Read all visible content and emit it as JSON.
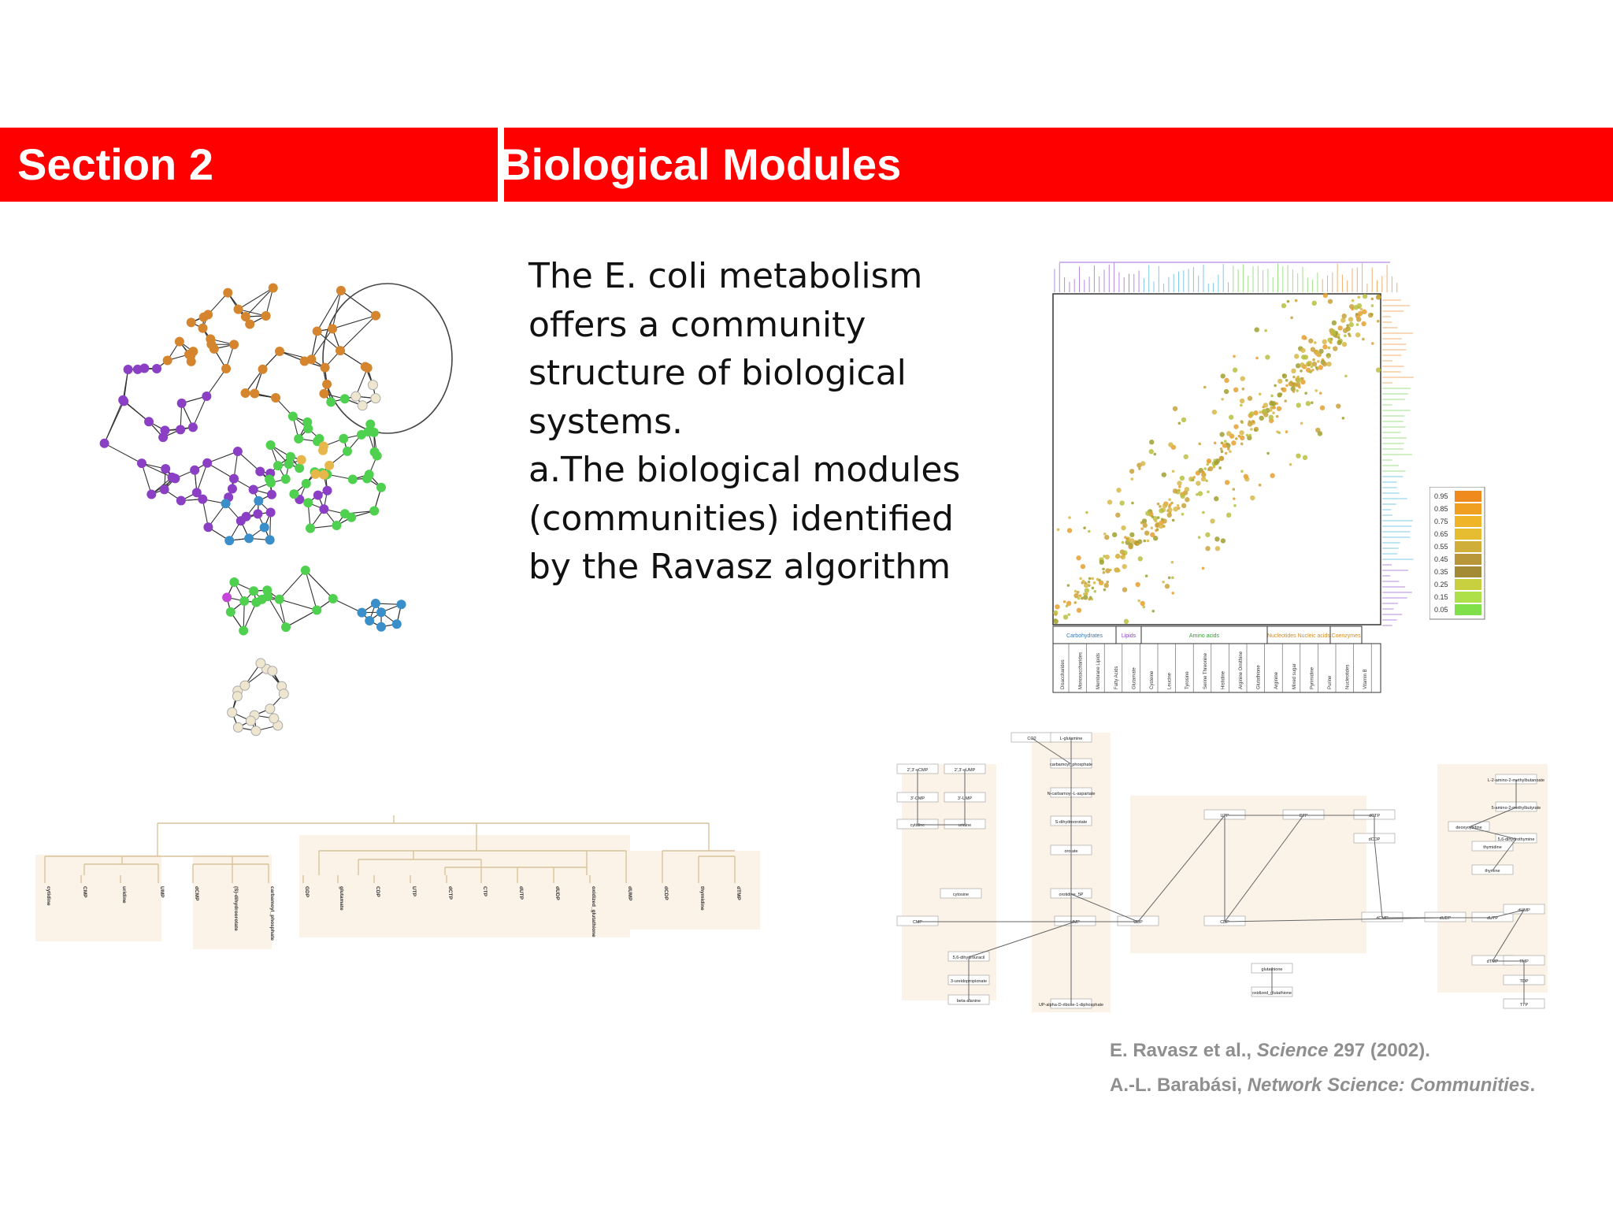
{
  "header": {
    "section_label": "Section 2",
    "title": "Biological Modules"
  },
  "intro": {
    "lines": [
      "The E. coli metabolism",
      "offers a community",
      "structure of biological",
      "systems.",
      "a.The biological modules",
      "(communities) identified",
      "by the Ravasz algorithm"
    ]
  },
  "citations": [
    {
      "authors": "E. Ravasz et al., ",
      "journal": "Science",
      "rest": " 297 (2002)."
    },
    {
      "authors": "A.-L. Barabási, ",
      "journal": "Network Science: Communities",
      "rest": "."
    }
  ],
  "figures": {
    "network_node_colors": [
      "#d4852d",
      "#8a3fc4",
      "#4fd14f",
      "#3a8ec9",
      "#efe6cf",
      "#c545d8",
      "#e8b74b"
    ],
    "matrix_legend": [
      "0.95",
      "0.85",
      "0.75",
      "0.65",
      "0.55",
      "0.45",
      "0.35",
      "0.25",
      "0.15",
      "0.05"
    ],
    "matrix_legend_colors": [
      "#ef8a1f",
      "#f0a020",
      "#f0b428",
      "#e6bc30",
      "#cfae3a",
      "#b8963a",
      "#a38a34",
      "#c8d040",
      "#aee04a",
      "#7fe04a"
    ],
    "matrix_categories": [
      "Carbohydrates",
      "Lipids",
      "Amino acids",
      "Nucleotides Nucleic acids",
      "Coenzymes"
    ],
    "matrix_subcategories": [
      "Disaccharides",
      "Monosaccharides",
      "Membrane Lipids",
      "Fatty Acids",
      "Glutamate",
      "Cysteine",
      "Leucine",
      "Tyrosine",
      "Serine Threonine",
      "Histidine",
      "Arginine Ornithine",
      "Glutathione",
      "Arginine",
      "Mixed sugar",
      "Pyrimidine",
      "Purine",
      "Nucleotides",
      "Vitamin B"
    ],
    "dendrogram_leaves": [
      "cytidine",
      "CMP",
      "uridine",
      "UMP",
      "dCMP",
      "(S)-dihydroorotate",
      "carbamoyl_phosphate",
      "GDP",
      "glutamate",
      "CDP",
      "UTP",
      "dCTP",
      "CTP",
      "dUTP",
      "dUDP",
      "oxidized_glutathione",
      "dUMP",
      "dCDP",
      "thymidine",
      "dTMP"
    ],
    "pathway_labels": [
      "2',3'-cCMP",
      "2',3'-cUMP",
      "3'-CMP",
      "3'-UMP",
      "cytidine",
      "uridine",
      "CO2",
      "L-glutamine",
      "carbamoyl_phosphate",
      "N-carbamoyl-L-aspartate",
      "S-dihydroorotate",
      "orotate",
      "orotidine_5P",
      "UTP",
      "CTP",
      "dCTP",
      "dCDP",
      "dCMP",
      "UDP",
      "UMP",
      "CDP",
      "CMP",
      "dUDP",
      "dUTP",
      "dUMP",
      "dTMP",
      "TMP",
      "TDP",
      "TTP",
      "glutathione",
      "oxidized_glutathione",
      "5,6-dihydrouracil",
      "3-ureidopropionate",
      "beta-alanine",
      "UP-alpha-D-ribose-1-diphosphate",
      "L-2-amino-2-methylbutanoate",
      "5-amino-2-methylbutyrate",
      "deoxycytidine",
      "5,6-dihydrothymine",
      "thymine",
      "cytosine",
      "thymidine"
    ]
  }
}
